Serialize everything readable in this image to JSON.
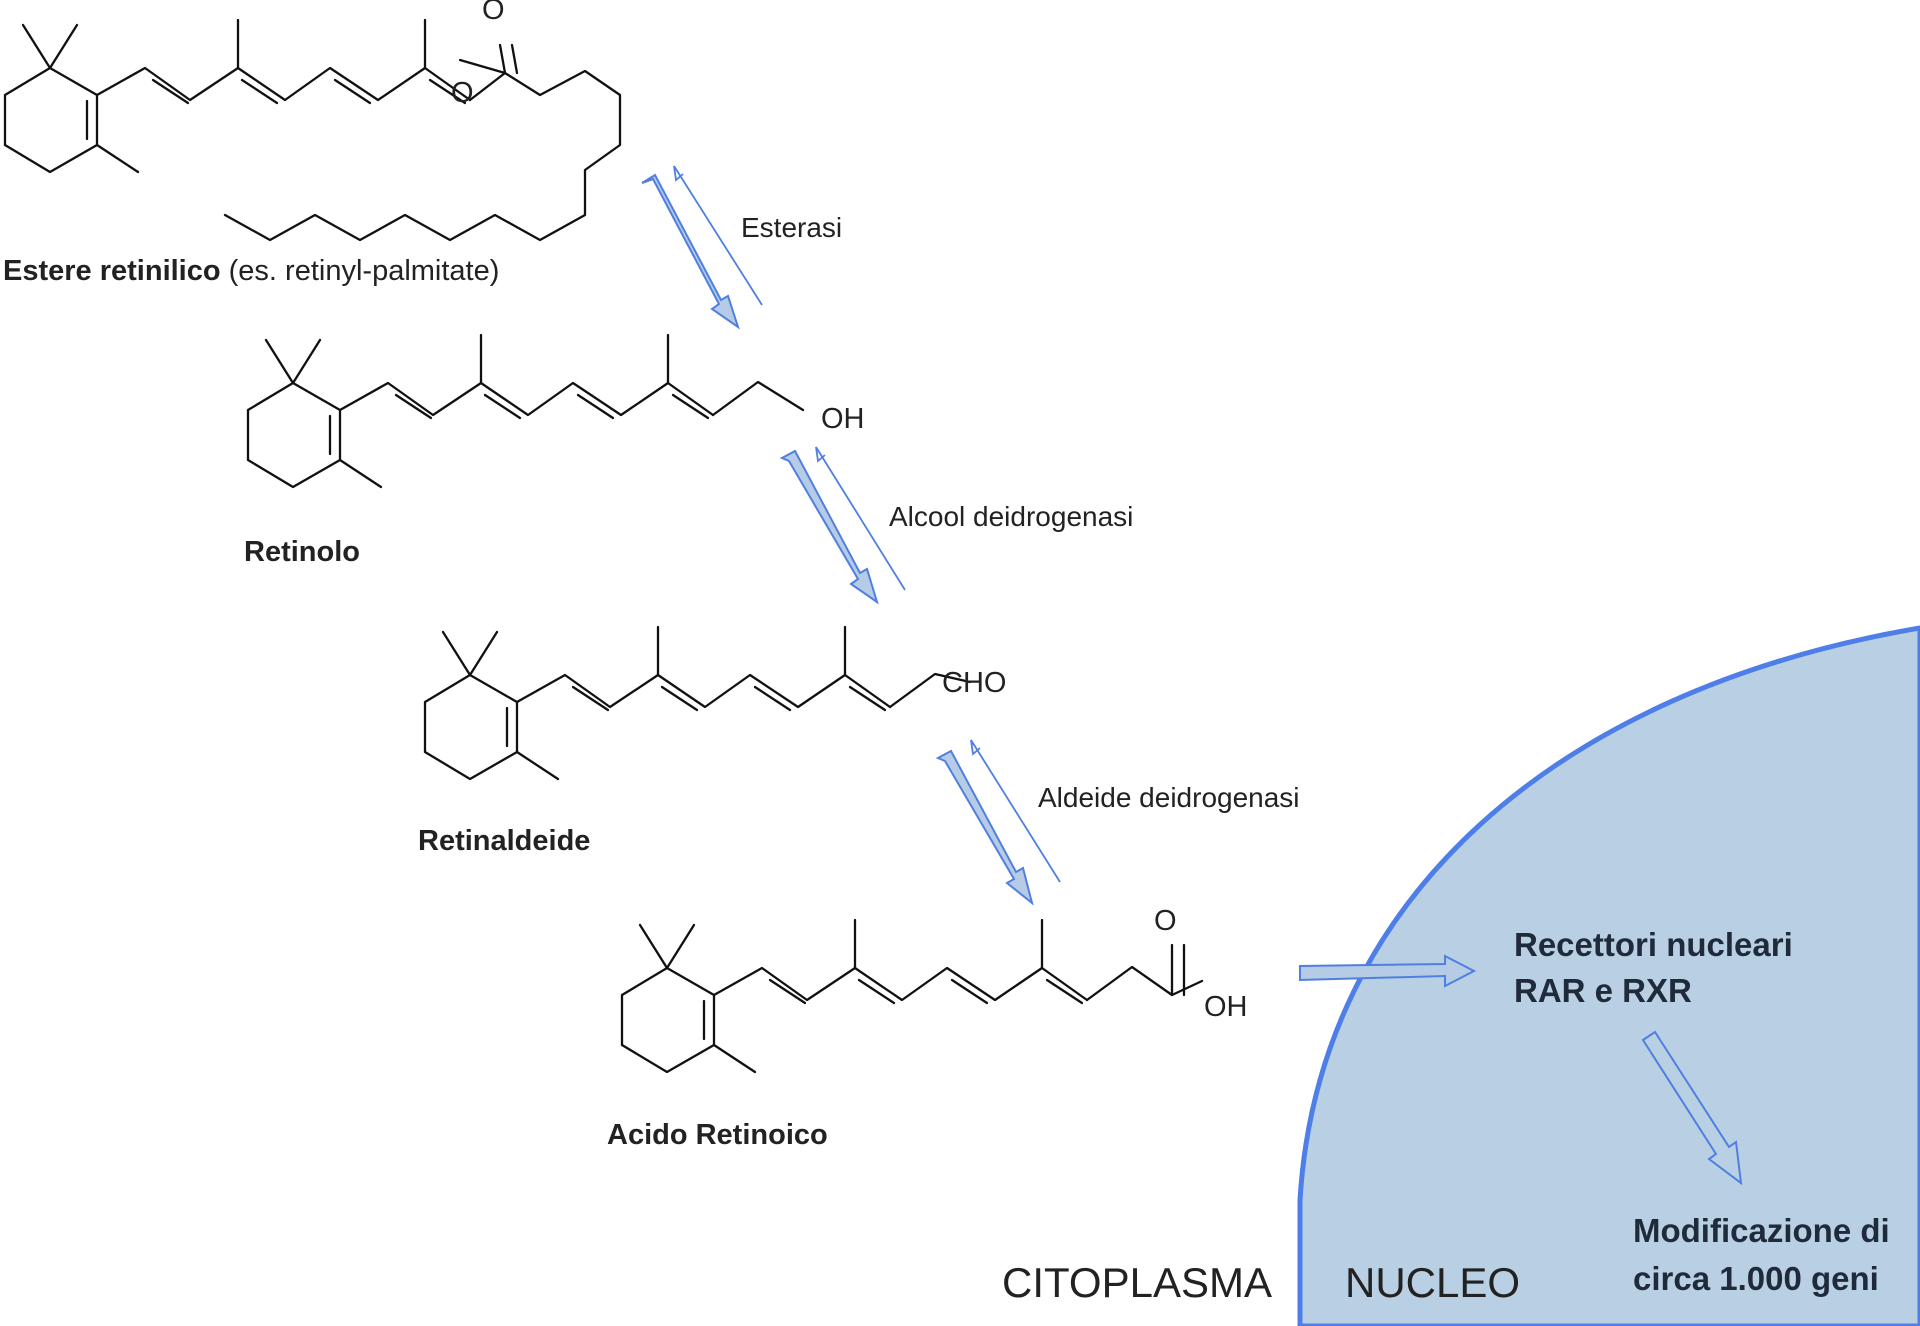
{
  "molecules": {
    "ester": {
      "label_bold": "Estere retinilico",
      "label_rest": " (es. retinyl-palmitate)",
      "atom_o_carbonyl": "O",
      "atom_o_ester": "O"
    },
    "retinol": {
      "label": "Retinolo",
      "group": "OH"
    },
    "retinal": {
      "label": "Retinaldeide",
      "group": "CHO"
    },
    "acid": {
      "label": "Acido Retinoico",
      "atom_o": "O",
      "atom_oh": "OH"
    }
  },
  "enzymes": {
    "step1": "Esterasi",
    "step2": "Alcool deidrogenasi",
    "step3": "Aldeide deidrogenasi"
  },
  "regions": {
    "cytoplasm": "CITOPLASMA",
    "nucleus": "NUCLEO"
  },
  "nucleus_notes": {
    "receptors_line1": "Recettori nucleari",
    "receptors_line2": "RAR e RXR",
    "genes_line1": "Modificazione di",
    "genes_line2": "circa 1.000 geni"
  },
  "colors": {
    "arrow_fill": "#b6cce6",
    "arrow_stroke": "#4f7fe0",
    "nucleus_fill": "#b9d0e4",
    "nucleus_stroke": "#4e7ee8"
  }
}
